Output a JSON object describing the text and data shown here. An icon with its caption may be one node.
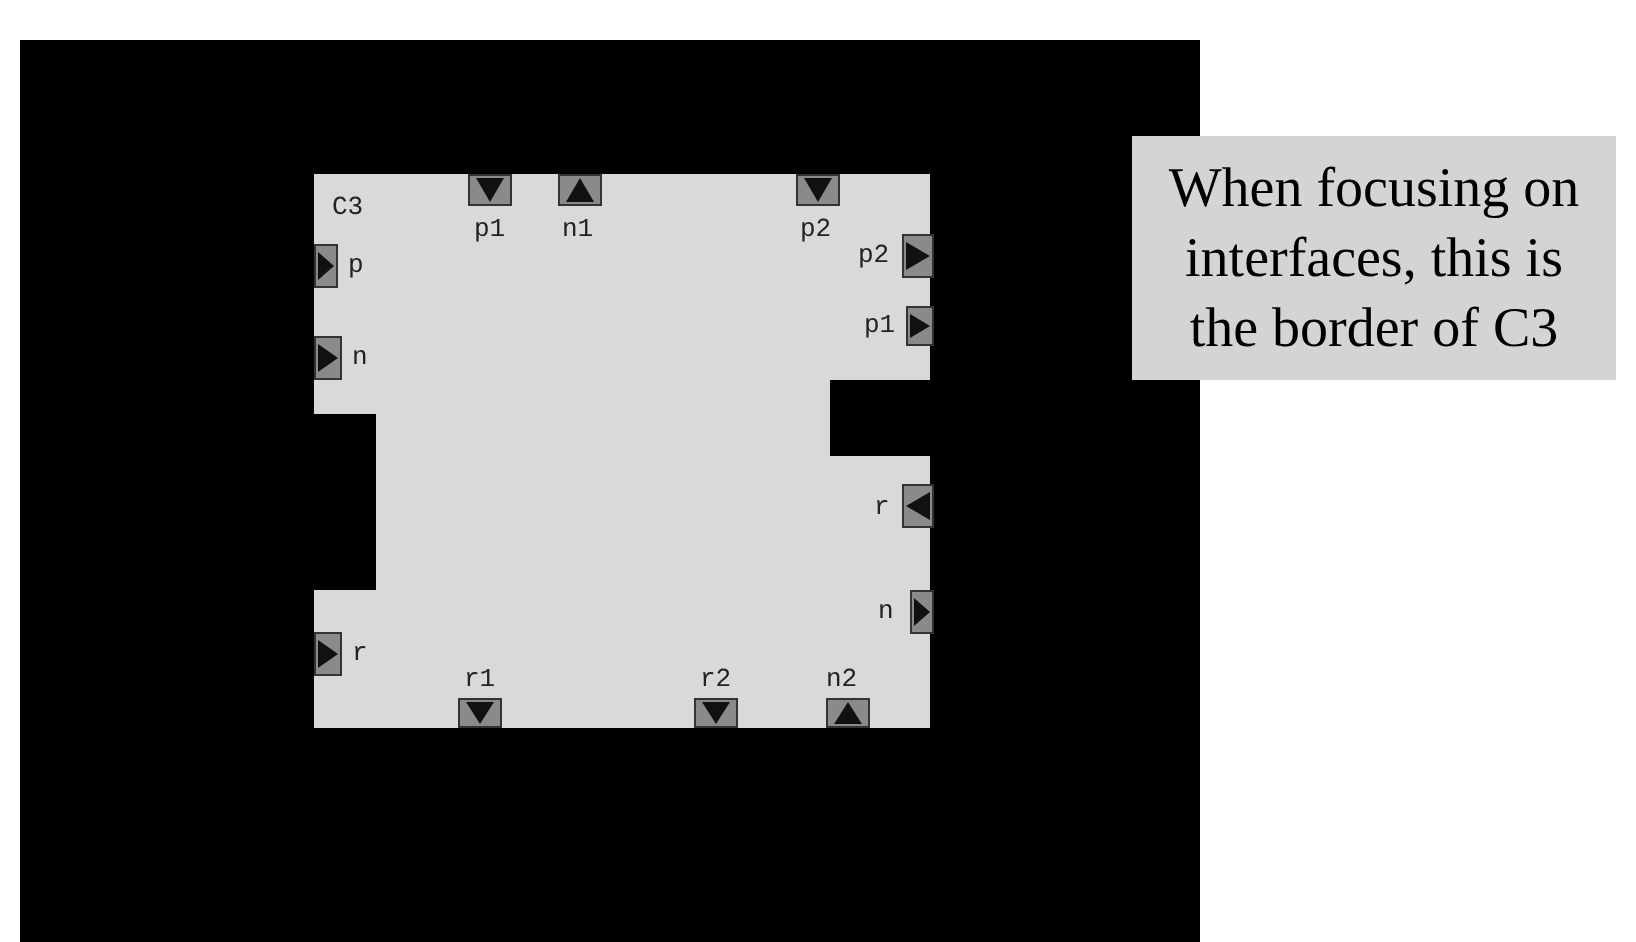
{
  "diagram": {
    "nodes": [
      {
        "text": [
          "C3"
        ]
      },
      {
        "text": [
          "p1"
        ],
        "in": 0
      },
      {
        "text": [
          "n1"
        ],
        "in": 0
      },
      {
        "text": [
          "p2"
        ],
        "in": 0
      },
      {
        "text": [
          "p"
        ],
        "in": 0
      },
      {
        "text": [
          "p2"
        ],
        "in": 0
      },
      {
        "text": [
          "p1"
        ],
        "in": 0
      },
      {
        "text": [
          "n"
        ],
        "in": 0
      },
      {
        "text": [
          "r"
        ],
        "in": 0
      },
      {
        "text": [
          "n"
        ],
        "in": 0
      },
      {
        "text": [
          "r"
        ],
        "in": 0
      },
      {
        "text": [
          "r1"
        ],
        "in": 0
      },
      {
        "text": [
          "r2"
        ],
        "in": 0
      },
      {
        "text": [
          "n2"
        ],
        "in": 0
      },
      {
        "text": [
          "When focusing on interfaces, this is the border of C3"
        ]
      }
    ],
    "edges": []
  }
}
